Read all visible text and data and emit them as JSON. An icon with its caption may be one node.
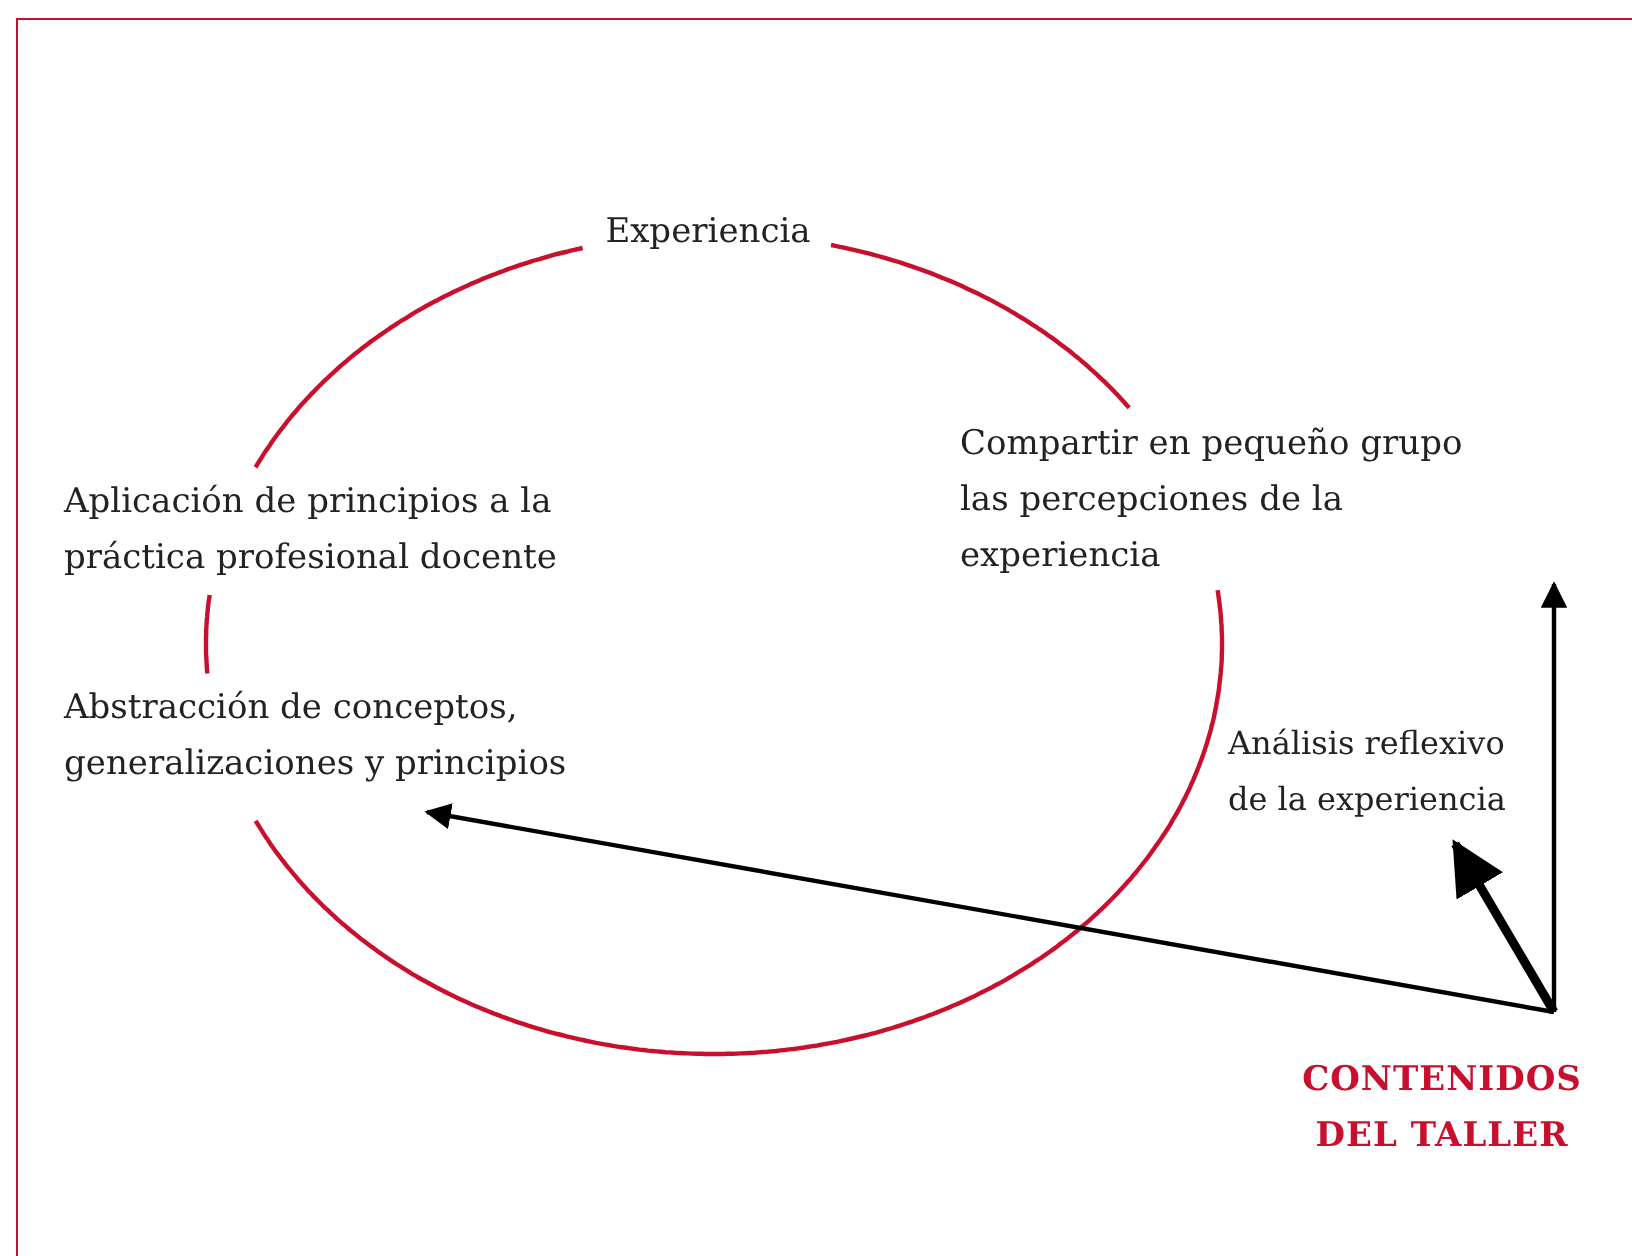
{
  "diagram": {
    "nodes": [
      {
        "text": [
          "Experiencia"
        ]
      },
      {
        "text": [
          "Compartir en pequeño grupo las percepciones de la experiencia"
        ]
      },
      {
        "text": [
          "Aplicación de principios a la práctica profesional docente"
        ]
      },
      {
        "text": [
          "Abstracción de conceptos, generalizaciones y principios"
        ]
      },
      {
        "text": [
          "Análisis reflexivo de la experiencia"
        ]
      },
      {
        "text": [
          "CONTENIDOS DEL TALLER"
        ]
      }
    ],
    "edges": [
      {
        "from": 0,
        "to": 1,
        "arrow": "none"
      },
      {
        "from": 1,
        "to": 3,
        "arrow": "none"
      },
      {
        "from": 3,
        "to": 2,
        "arrow": "none"
      },
      {
        "from": 2,
        "to": 0,
        "arrow": "none"
      },
      {
        "from": 5,
        "to": 3,
        "arrow": "to",
        "color": "#000000"
      },
      {
        "from": 5,
        "to": 4,
        "arrow": "to",
        "style": "thick",
        "color": "#000000"
      },
      {
        "from": 5,
        "to": 1,
        "arrow": "to",
        "color": "#000000"
      }
    ]
  }
}
